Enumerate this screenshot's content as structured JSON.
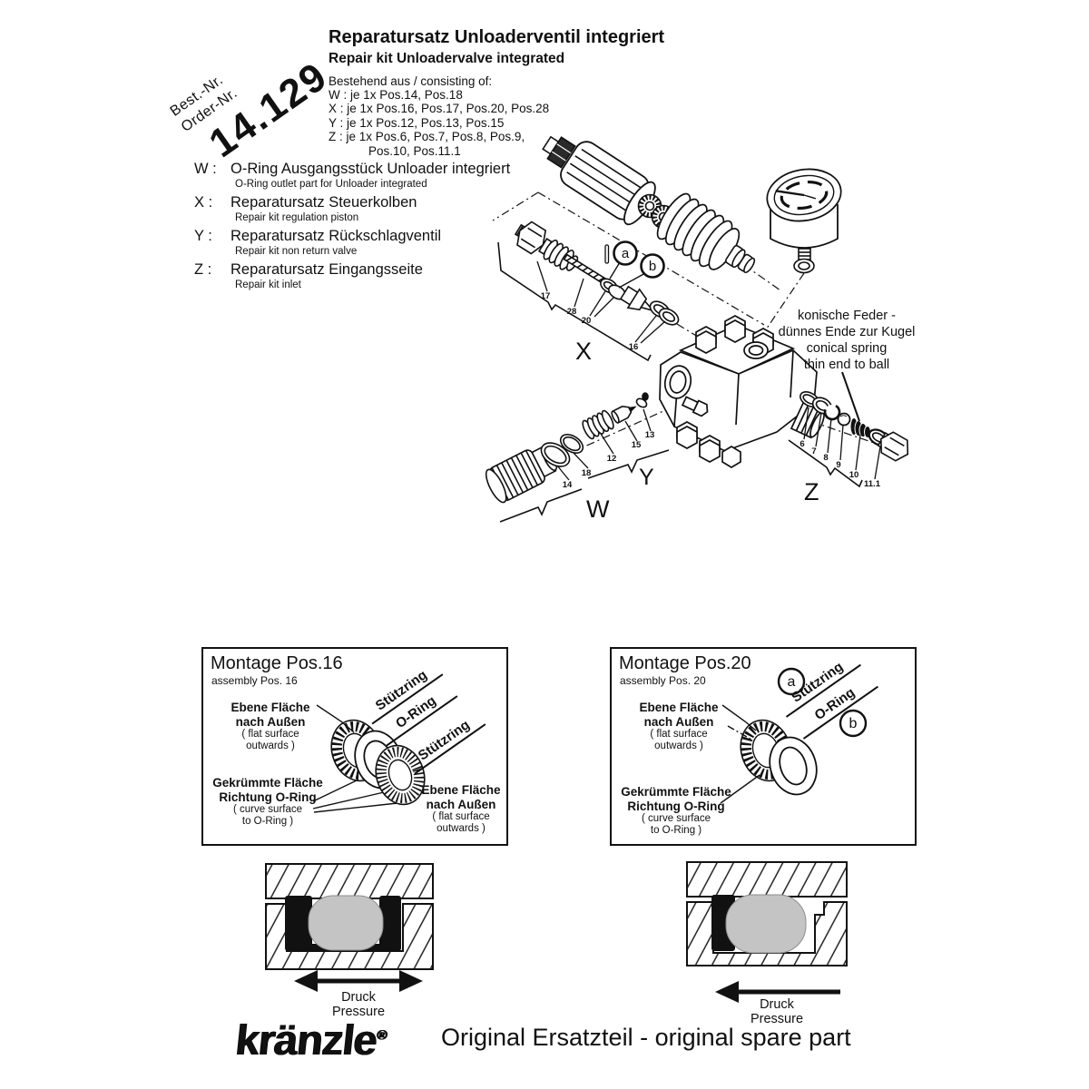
{
  "stamp": {
    "line1": "Best.-Nr.",
    "line2": "Order-Nr.",
    "number": "14.129"
  },
  "header": {
    "title_de": "Reparatursatz Unloaderventil integriert",
    "title_en": "Repair kit Unloadervalve integrated",
    "consisting_label": "Bestehend aus / consisting of:",
    "contents": [
      "W : je 1x Pos.14, Pos.18",
      "X : je 1x Pos.16, Pos.17, Pos.20, Pos.28",
      "Y : je 1x Pos.12, Pos.13, Pos.15",
      "Z : je 1x Pos.6, Pos.7, Pos.8, Pos.9,",
      "Pos.10, Pos.11.1"
    ]
  },
  "legend": {
    "items": [
      {
        "key": "W :",
        "de": "O-Ring Ausgangsstück Unloader integriert",
        "en": "O-Ring outlet part for Unloader integrated"
      },
      {
        "key": "X :",
        "de": "Reparatursatz Steuerkolben",
        "en": "Repair kit regulation piston"
      },
      {
        "key": "Y :",
        "de": "Reparatursatz Rückschlagventil",
        "en": "Repair kit non return valve"
      },
      {
        "key": "Z :",
        "de": "Reparatursatz Eingangsseite",
        "en": "Repair kit inlet"
      }
    ]
  },
  "diagram": {
    "groups": {
      "w": "W",
      "x": "X",
      "y": "Y",
      "z": "Z"
    },
    "callouts": {
      "a": "a",
      "b": "b"
    },
    "parts": {
      "p6": "6",
      "p7": "7",
      "p8": "8",
      "p9": "9",
      "p10": "10",
      "p11_1": "11.1",
      "p12": "12",
      "p13": "13",
      "p14": "14",
      "p15": "15",
      "p16": "16",
      "p17": "17",
      "p18": "18",
      "p20": "20",
      "p28": "28"
    },
    "spring_note": [
      "konische Feder -",
      "dünnes Ende zur Kugel",
      "conical spring",
      "thin end to ball"
    ]
  },
  "montage16": {
    "title": "Montage Pos.16",
    "subtitle": "assembly Pos. 16",
    "rings": [
      "Stützring",
      "O-Ring",
      "Stützring"
    ],
    "flat_top": [
      "Ebene Fläche",
      "nach Außen",
      "( flat surface",
      "outwards )"
    ],
    "curve": [
      "Gekrümmte Fläche",
      "Richtung O-Ring",
      "( curve surface",
      "to O-Ring )"
    ],
    "flat_right": [
      "Ebene Fläche",
      "nach Außen",
      "( flat surface",
      "outwards )"
    ]
  },
  "montage20": {
    "title": "Montage Pos.20",
    "subtitle": "assembly Pos. 20",
    "callouts": {
      "a": "a",
      "b": "b"
    },
    "rings": [
      "Stützring",
      "O-Ring"
    ],
    "flat_top": [
      "Ebene Fläche",
      "nach Außen",
      "( flat surface",
      "outwards )"
    ],
    "curve": [
      "Gekrümmte Fläche",
      "Richtung O-Ring",
      "( curve surface",
      "to O-Ring )"
    ]
  },
  "sections": {
    "left": {
      "druck": "Druck",
      "pressure": "Pressure"
    },
    "right": {
      "druck": "Druck",
      "pressure": "Pressure"
    }
  },
  "footer": {
    "logo": "kränzle",
    "registered": "®",
    "tagline": "Original Ersatzteil - original spare part"
  }
}
